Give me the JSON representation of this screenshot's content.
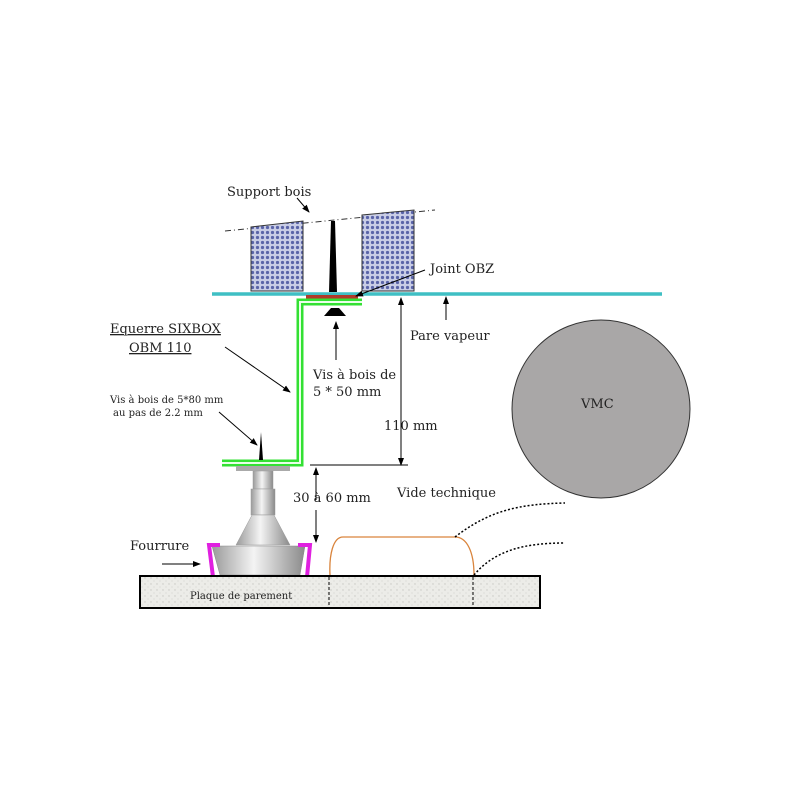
{
  "labels": {
    "support_bois": "Support bois",
    "joint_obz": "Joint OBZ",
    "pare_vapeur": "Pare vapeur",
    "equerre_line1": "Equerre SIXBOX",
    "equerre_line2": "OBM 110",
    "vis_50_line1": "Vis à bois de",
    "vis_50_line2": "5 * 50 mm",
    "vis_80_line1": "Vis à bois de 5*80 mm",
    "vis_80_line2": "au pas de 2.2 mm",
    "dim_110": "110 mm",
    "dim_30_60": "30 à 60 mm",
    "vide_technique": "Vide technique",
    "vmc": "VMC",
    "fourrure": "Fourrure",
    "plaque": "Plaque de parement"
  },
  "colors": {
    "pare_vapeur": "#3fbfc4",
    "bracket": "#33e033",
    "joint": "#b03a2a",
    "fourrure": "#e020e0",
    "cable": "#d9843c",
    "vmc": "#a9a7a7",
    "wood": "#9aa3d0"
  }
}
